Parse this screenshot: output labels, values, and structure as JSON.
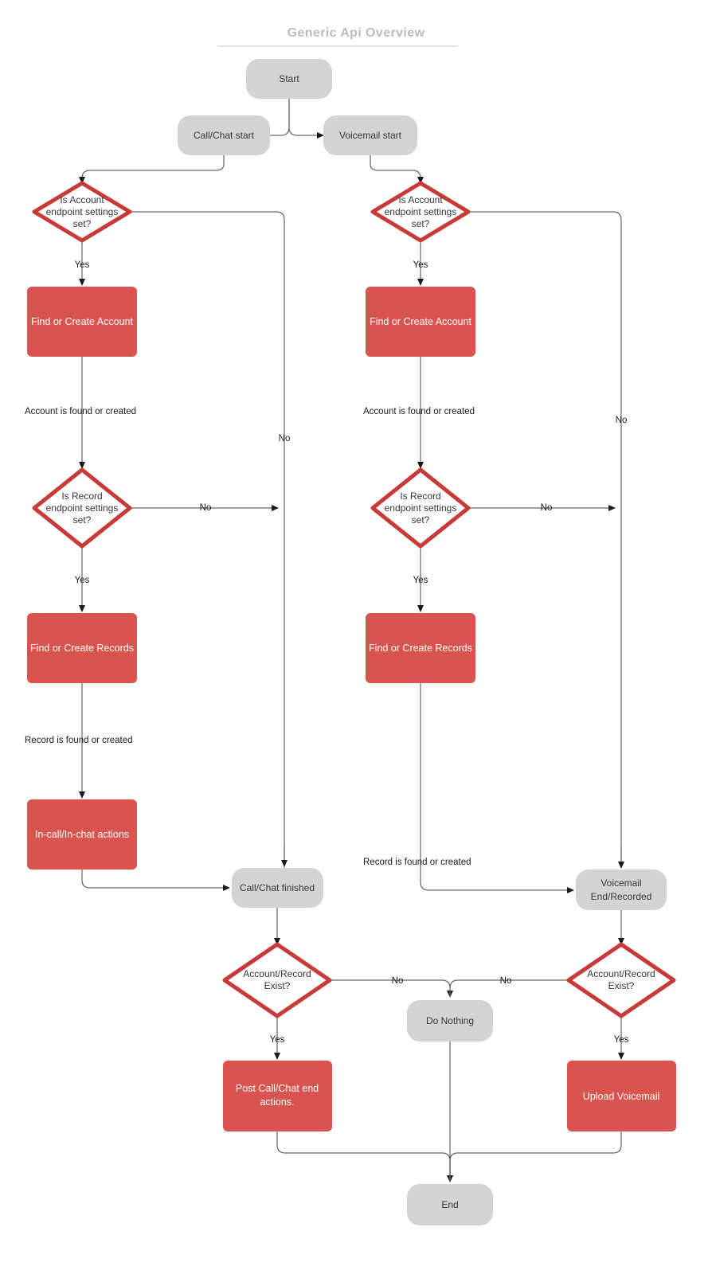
{
  "title": "Generic Api Overview",
  "colors": {
    "terminator_fill": "#d3d3d4",
    "process_fill": "#d9534f",
    "decision_stroke": "#c63b38",
    "decision_fill": "#ffffff",
    "edge": "#666666",
    "arrow": "#1a1a1a",
    "title": "#b8bcc4",
    "node_text": "#33373d",
    "process_text": "#ffffff"
  },
  "nodes": {
    "start": "Start",
    "call_chat_start": "Call/Chat start",
    "voicemail_start": "Voicemail start",
    "account_decision_left_l1": "Is Account",
    "account_decision_left_l2": "endpoint settings",
    "account_decision_left_l3": "set?",
    "account_decision_right_l1": "Is Account",
    "account_decision_right_l2": "endpoint settings",
    "account_decision_right_l3": "set?",
    "find_create_account_left": "Find or Create Account",
    "find_create_account_right": "Find or Create Account",
    "record_decision_left_l1": "Is Record",
    "record_decision_left_l2": "endpoint settings",
    "record_decision_left_l3": "set?",
    "record_decision_right_l1": "Is Record",
    "record_decision_right_l2": "endpoint settings",
    "record_decision_right_l3": "set?",
    "find_create_records_left": "Find or Create Records",
    "find_create_records_right": "Find or Create Records",
    "in_call_actions": "In-call/In-chat actions",
    "call_chat_finished": "Call/Chat finished",
    "voicemail_end_l1": "Voicemail",
    "voicemail_end_l2": "End/Recorded",
    "exist_left_l1": "Account/Record",
    "exist_left_l2": "Exist?",
    "exist_right_l1": "Account/Record",
    "exist_right_l2": "Exist?",
    "do_nothing": "Do Nothing",
    "post_call_actions_l1": "Post Call/Chat end",
    "post_call_actions_l2": "actions.",
    "upload_voicemail": "Upload Voicemail",
    "end": "End"
  },
  "edge_labels": {
    "yes_account_left": "Yes",
    "yes_account_right": "Yes",
    "no_account_left": "No",
    "no_account_right": "No",
    "account_found_left": "Account is found or created",
    "account_found_right": "Account is found or created",
    "no_record_left": "No",
    "no_record_right": "No",
    "yes_record_left": "Yes",
    "yes_record_right": "Yes",
    "record_found_left": "Record is found or created",
    "record_found_right": "Record is found or created",
    "no_exist_left": "No",
    "no_exist_right": "No",
    "yes_exist_left": "Yes",
    "yes_exist_right": "Yes"
  }
}
